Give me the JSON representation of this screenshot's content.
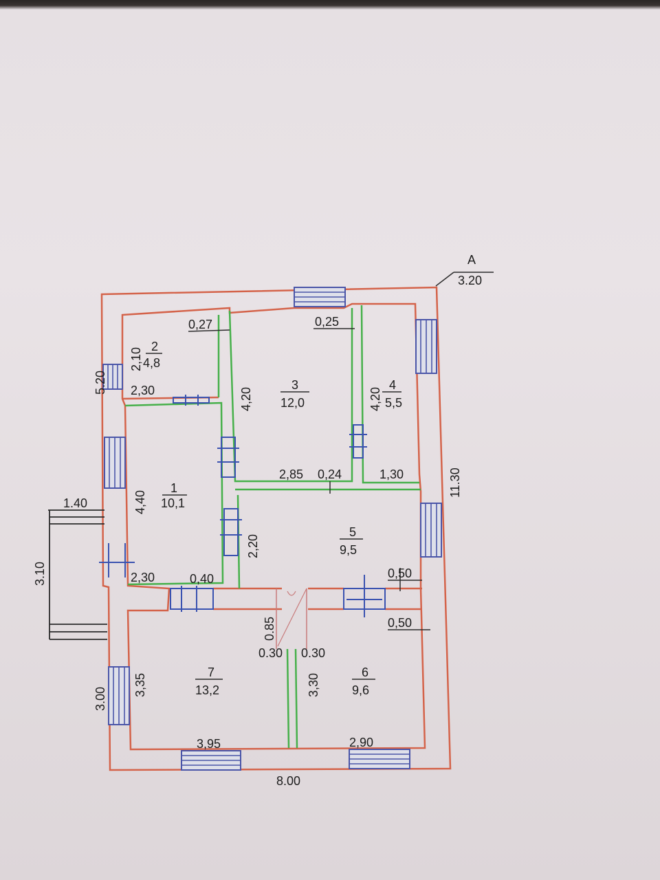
{
  "marker": {
    "letter": "A",
    "value": "3.20"
  },
  "rooms": [
    {
      "id": "1",
      "area": "10,1"
    },
    {
      "id": "2",
      "area": "4,8"
    },
    {
      "id": "3",
      "area": "12,0"
    },
    {
      "id": "4",
      "area": "5,5"
    },
    {
      "id": "5",
      "area": "9,5"
    },
    {
      "id": "6",
      "area": "9,6"
    },
    {
      "id": "7",
      "area": "13,2"
    }
  ],
  "dimensions": {
    "d_0_27": "0,27",
    "d_0_25": "0,25",
    "d_2_10": "2,10",
    "d_5_20": "5.20",
    "d_2_30_top": "2,30",
    "d_4_20_r3": "4,20",
    "d_4_20_r4": "4,20",
    "d_2_85": "2,85",
    "d_0_24": "0,24",
    "d_1_30": "1,30",
    "d_11_30": "11.30",
    "d_1_40": "1.40",
    "d_4_40": "4,40",
    "d_2_20": "2,20",
    "d_3_10": "3.10",
    "d_2_30_mid": "2,30",
    "d_0_40": "0,40",
    "d_0_50_a": "0,50",
    "d_0_50_b": "0,50",
    "d_0_85": "0.85",
    "d_0_30_l": "0.30",
    "d_0_30_r": "0.30",
    "d_3_35": "3,35",
    "d_3_00": "3.00",
    "d_3_30": "3,30",
    "d_3_95": "3,95",
    "d_2_90": "2,90",
    "d_8_00": "8.00"
  },
  "colors": {
    "exterior_wall": "#d4634a",
    "interior_wall": "#46b04a",
    "window": "#4a55a8",
    "paper": "#e9e3e6"
  }
}
